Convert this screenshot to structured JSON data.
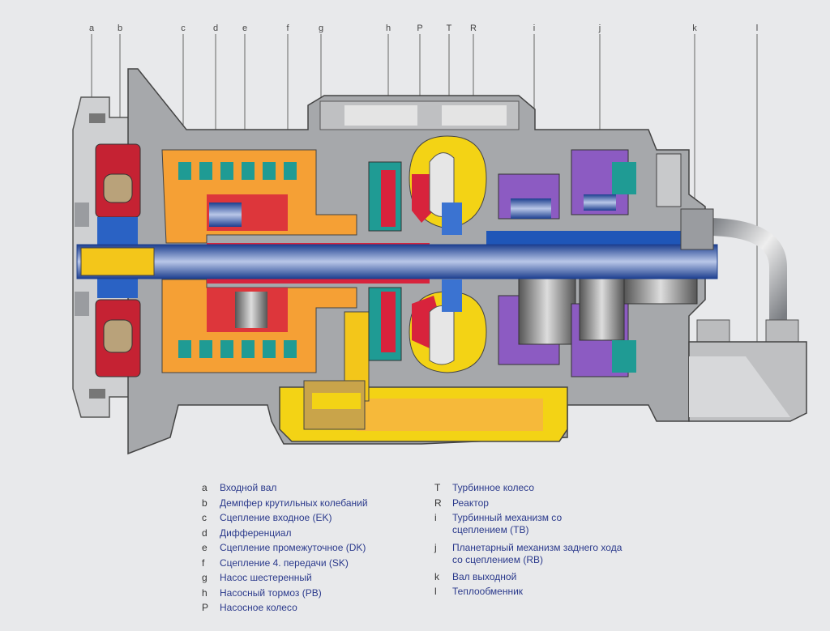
{
  "callouts": [
    "a",
    "b",
    "c",
    "d",
    "e",
    "f",
    "g",
    "h",
    "P",
    "T",
    "R",
    "i",
    "j",
    "k",
    "l"
  ],
  "legend_left": [
    {
      "key": "a",
      "lines": [
        "Входной вал"
      ]
    },
    {
      "key": "b",
      "lines": [
        "Демпфер крутильных колебаний"
      ]
    },
    {
      "key": "c",
      "lines": [
        "Сцепление входное (EK)"
      ]
    },
    {
      "key": "d",
      "lines": [
        "Дифференциал"
      ]
    },
    {
      "key": "e",
      "lines": [
        "Сцепление промежуточное (DK)"
      ]
    },
    {
      "key": "f",
      "lines": [
        "Сцепление 4. передачи (SK)"
      ]
    },
    {
      "key": "g",
      "lines": [
        "Насос шестеренный"
      ]
    },
    {
      "key": "h",
      "lines": [
        "Насосный тормоз (PB)"
      ]
    },
    {
      "key": "P",
      "lines": [
        "Насосное колесо"
      ]
    }
  ],
  "legend_right": [
    {
      "key": "T",
      "lines": [
        "Турбинное колесо"
      ]
    },
    {
      "key": "R",
      "lines": [
        "Реактор"
      ]
    },
    {
      "key": "i",
      "lines": [
        "Турбинный механизм со",
        "сцеплением (TB)"
      ]
    },
    {
      "key": "j",
      "lines": [
        "Планетарный механизм заднего хода",
        "со сцеплением (RB)"
      ]
    },
    {
      "key": "k",
      "lines": [
        "Вал выходной"
      ]
    },
    {
      "key": "l",
      "lines": [
        "Теплообменник"
      ]
    }
  ],
  "colors": {
    "housing": "#a6a8ab",
    "orange": "#f5a035",
    "red": "#d8233c",
    "yellow": "#f3d315",
    "blue": "#1f56b8",
    "purple": "#8c5bc2",
    "teal": "#1f9b94",
    "legend_text": "#2b3a8c"
  }
}
